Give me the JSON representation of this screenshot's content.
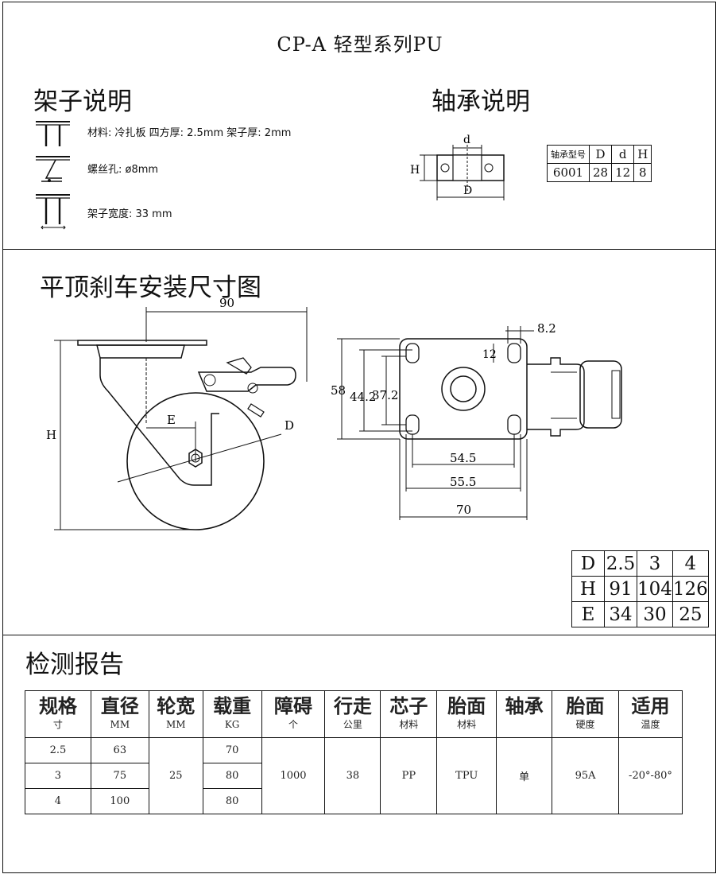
{
  "title": "CP-A  轻型系列PU",
  "frame_section": {
    "heading": "架子说明",
    "items": [
      {
        "icon": "top-plate-icon",
        "text": "材料: 冷扎板  四方厚: 2.5mm  架子厚: 2mm"
      },
      {
        "icon": "bolt-hole-icon",
        "text": "螺丝孔: ø8mm"
      },
      {
        "icon": "frame-width-icon",
        "text": "架子宽度: 33 mm"
      }
    ]
  },
  "bearing_section": {
    "heading": "轴承说明",
    "diagram_labels": {
      "d": "d",
      "H": "H",
      "D": "D"
    },
    "table_header": [
      "轴承型号",
      "D",
      "d",
      "H"
    ],
    "table_row": [
      "6001",
      "28",
      "12",
      "8"
    ]
  },
  "install_section": {
    "heading": "平顶刹车安装尺寸图",
    "side_view_labels": {
      "width": "90",
      "H": "H",
      "E": "E",
      "D": "D"
    },
    "top_view_labels": {
      "slot_w": "8.2",
      "slot_h": "12",
      "h58": "58",
      "h442": "44.2",
      "h372": "37.2",
      "w545": "54.5",
      "w555": "55.5",
      "w70": "70"
    },
    "dim_table": [
      [
        "D",
        "2.5",
        "3",
        "4"
      ],
      [
        "H",
        "91",
        "104",
        "126"
      ],
      [
        "E",
        "34",
        "30",
        "25"
      ]
    ]
  },
  "report_section": {
    "heading": "检测报告",
    "columns": [
      {
        "main": "规格",
        "sub": "寸"
      },
      {
        "main": "直径",
        "sub": "MM"
      },
      {
        "main": "轮宽",
        "sub": "MM"
      },
      {
        "main": "载重",
        "sub": "KG"
      },
      {
        "main": "障碍",
        "sub": "个"
      },
      {
        "main": "行走",
        "sub": "公里"
      },
      {
        "main": "芯子",
        "sub": "材料"
      },
      {
        "main": "胎面",
        "sub": "材料"
      },
      {
        "main": "轴承",
        "sub": ""
      },
      {
        "main": "胎面",
        "sub": "硬度"
      },
      {
        "main": "适用",
        "sub": "温度"
      }
    ],
    "sizes": [
      "2.5",
      "3",
      "4"
    ],
    "diameters": [
      "63",
      "75",
      "100"
    ],
    "width": "25",
    "loads": [
      "70",
      "80",
      "80"
    ],
    "obstacle": "1000",
    "distance": "38",
    "core": "PP",
    "tread": "TPU",
    "bearing": "单",
    "hardness": "95A",
    "temperature": "-20°-80°"
  }
}
